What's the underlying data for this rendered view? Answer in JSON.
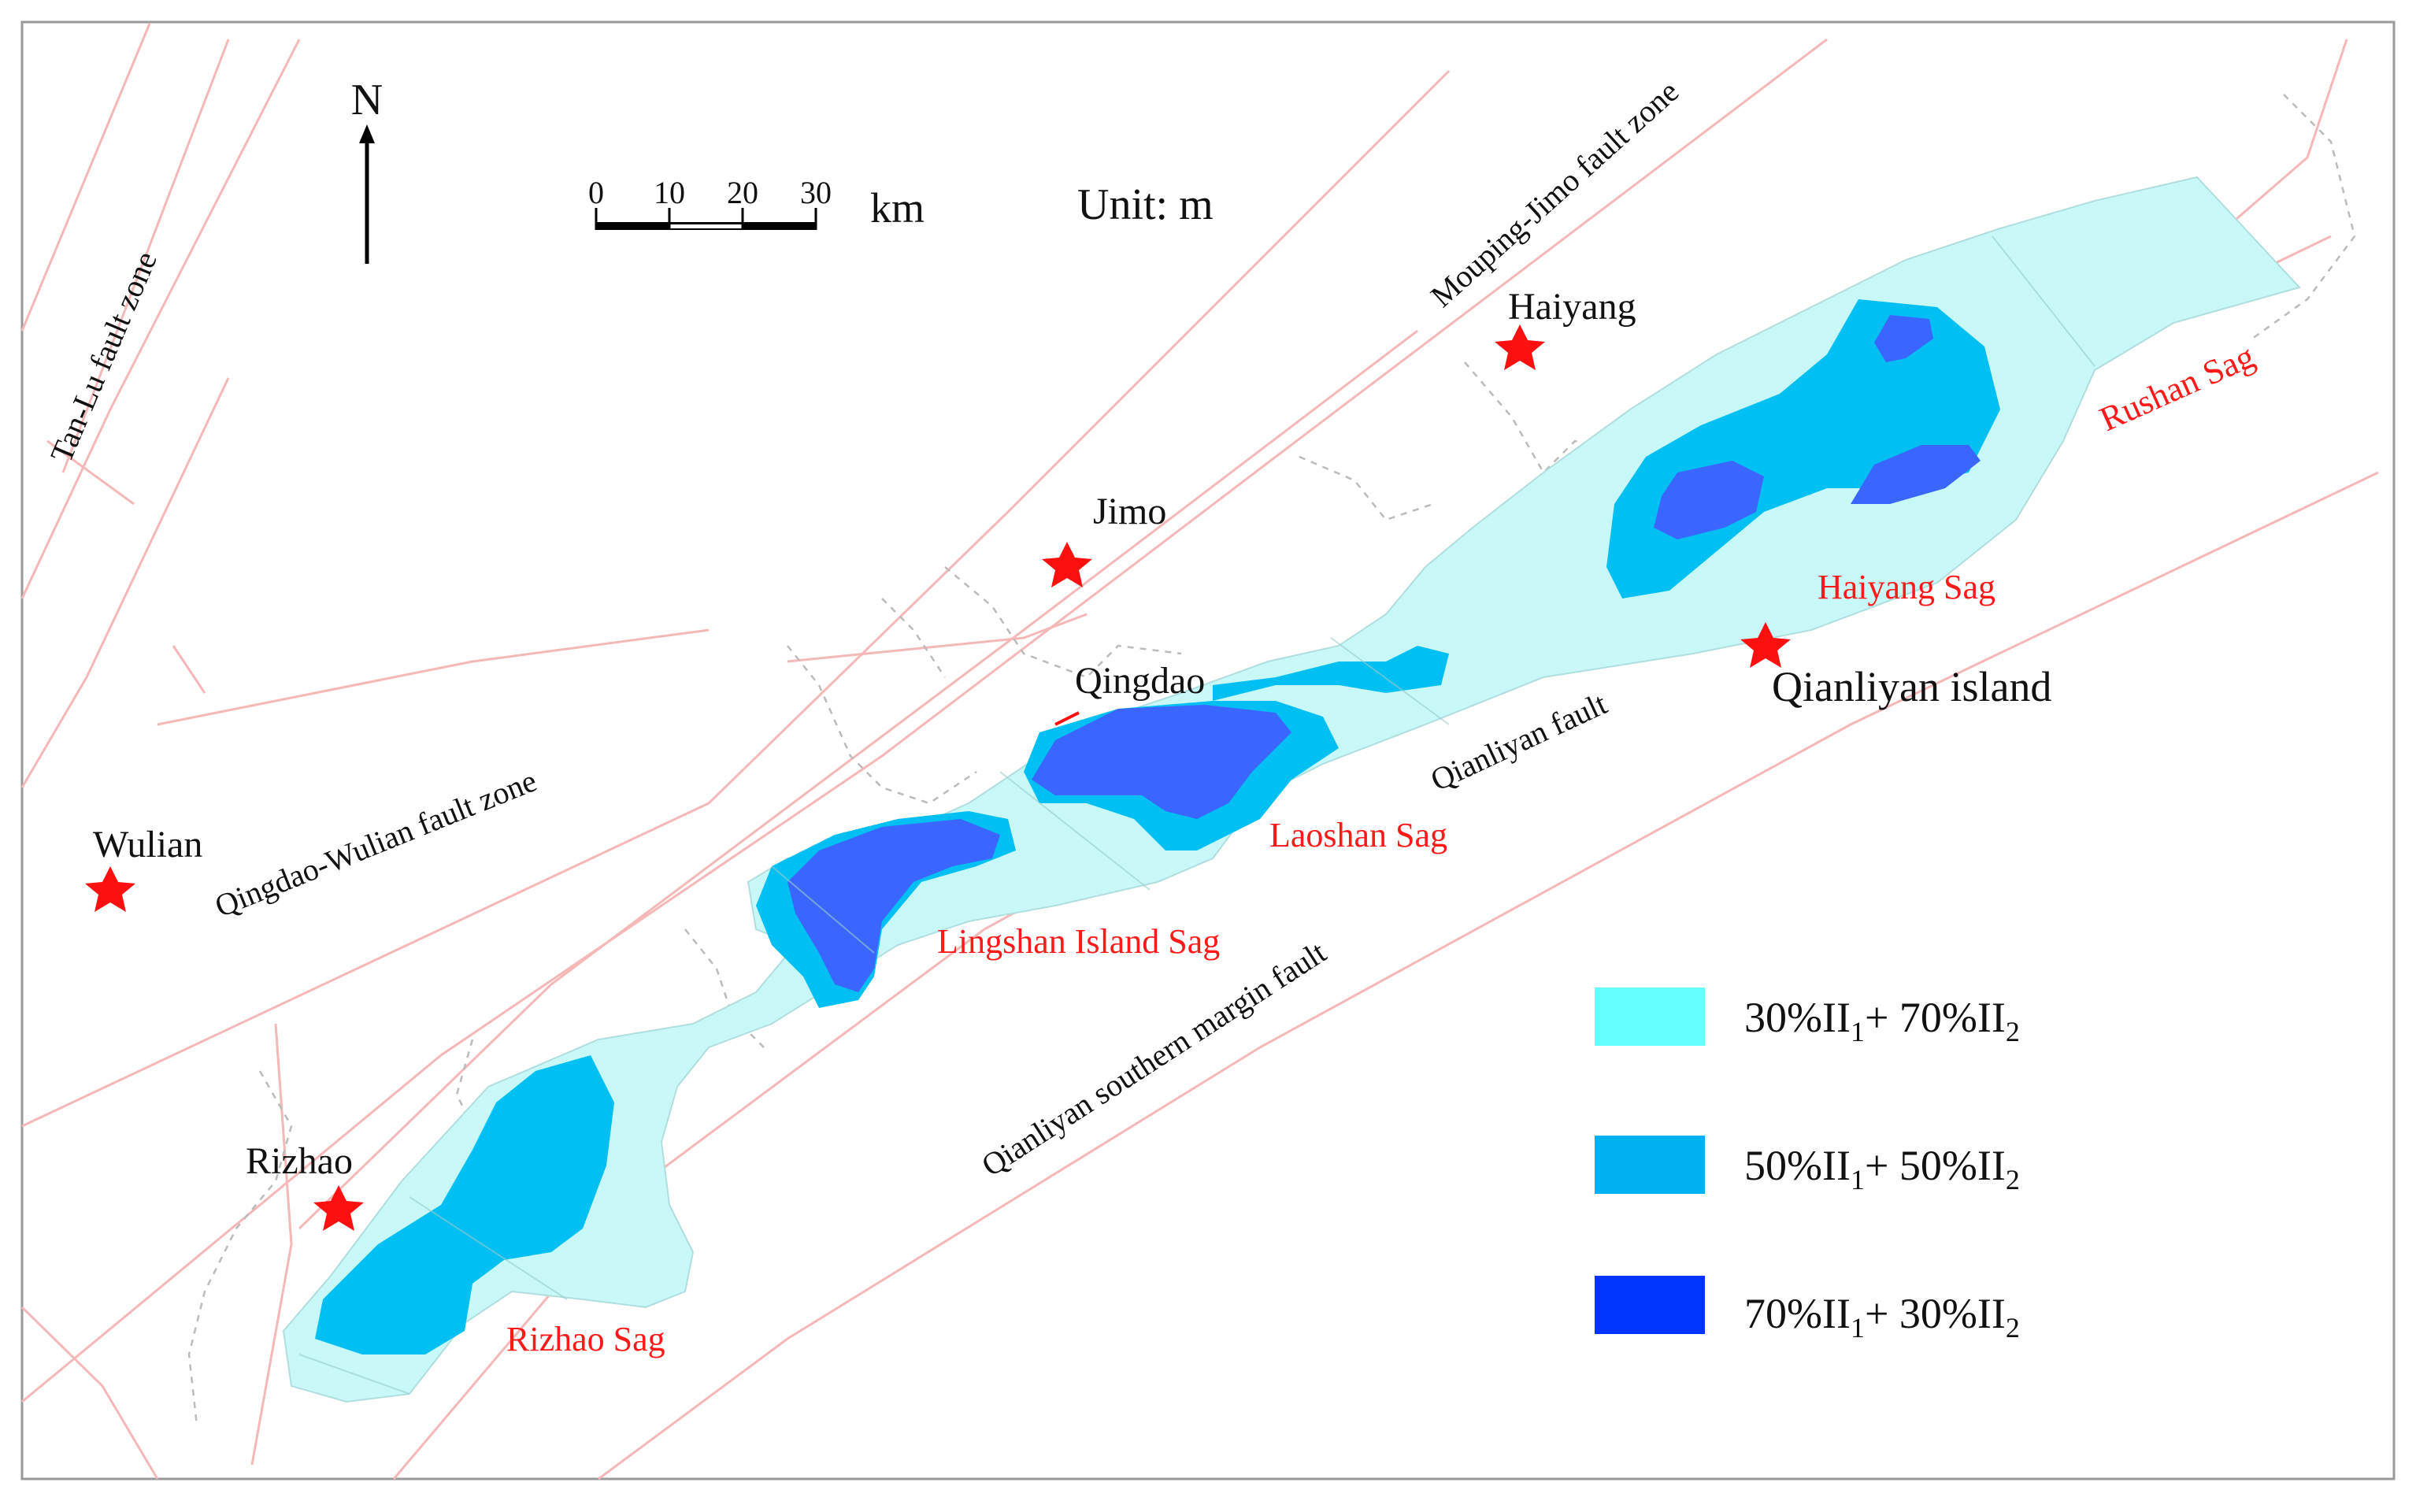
{
  "north": {
    "label": "N"
  },
  "scale": {
    "ticks": [
      "0",
      "10",
      "20",
      "30"
    ],
    "unit": "km"
  },
  "unit_label": "Unit: m",
  "cities": [
    {
      "id": "haiyang",
      "name": "Haiyang"
    },
    {
      "id": "jimo",
      "name": "Jimo"
    },
    {
      "id": "qingdao",
      "name": "Qingdao"
    },
    {
      "id": "qianliyan",
      "name": "Qianliyan island"
    },
    {
      "id": "wulian",
      "name": "Wulian"
    },
    {
      "id": "rizhao",
      "name": "Rizhao"
    }
  ],
  "sags": [
    {
      "id": "rushan",
      "name": "Rushan Sag"
    },
    {
      "id": "haiyang",
      "name": "Haiyang Sag"
    },
    {
      "id": "laoshan",
      "name": "Laoshan Sag"
    },
    {
      "id": "lingshan",
      "name": "Lingshan Island Sag"
    },
    {
      "id": "rizhao",
      "name": "Rizhao Sag"
    }
  ],
  "faults": [
    {
      "id": "tanlu",
      "name": "Tan-Lu fault zone"
    },
    {
      "id": "mouping",
      "name": "Mouping-Jimo fault zone"
    },
    {
      "id": "qingdao-wulian",
      "name": "Qingdao-Wulian fault zone"
    },
    {
      "id": "qianliyan",
      "name": "Qianliyan fault"
    },
    {
      "id": "qianliyan-south",
      "name": "Qianliyan southern margin fault"
    }
  ],
  "legend": [
    {
      "id": "light",
      "color": "#66ffff",
      "a": "30%II",
      "a_sub": "1",
      "b": "+ 70%II",
      "b_sub": "2"
    },
    {
      "id": "mid",
      "color": "#00b0f0",
      "a": "50%II",
      "a_sub": "1",
      "b": "+ 50%II",
      "b_sub": "2"
    },
    {
      "id": "dark",
      "color": "#0033ff",
      "a": "70%II",
      "a_sub": "1",
      "b": "+ 30%II",
      "b_sub": "2"
    }
  ],
  "colors": {
    "outer_zone": "#c8f8f8",
    "mid_zone": "#00bff2",
    "dark_zone": "#3a66ff",
    "fault_line": "#f4b8b8",
    "star": "#ff1010",
    "sag_label": "#ff1a1a",
    "frame": "#999999"
  }
}
